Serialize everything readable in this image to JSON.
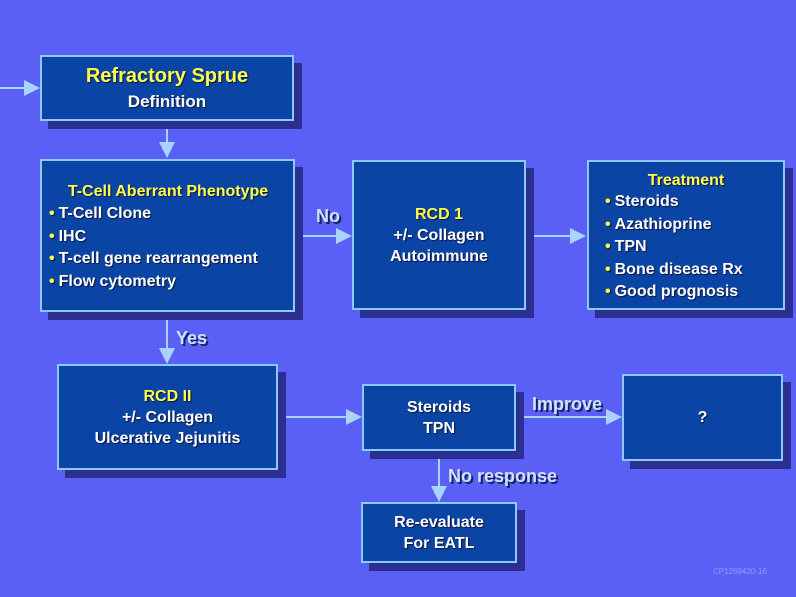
{
  "boxes": {
    "definition": {
      "title": "Refractory Sprue",
      "subtitle": "Definition"
    },
    "tcell": {
      "title": "T-Cell Aberrant Phenotype",
      "items": [
        "T-Cell Clone",
        "IHC",
        "T-cell gene rearrangement",
        "Flow cytometry"
      ]
    },
    "rcd1": {
      "title": "RCD 1",
      "lines": [
        "+/- Collagen",
        "Autoimmune"
      ]
    },
    "treatment": {
      "title": "Treatment",
      "items": [
        "Steroids",
        "Azathioprine",
        "TPN",
        "Bone disease Rx",
        "Good prognosis"
      ]
    },
    "rcd2": {
      "title": "RCD II",
      "lines": [
        "+/- Collagen",
        "Ulcerative Jejunitis"
      ]
    },
    "steroids": {
      "lines": [
        "Steroids",
        "TPN"
      ]
    },
    "unknown": {
      "text": "?"
    },
    "reevaluate": {
      "lines": [
        "Re-evaluate",
        "For EATL"
      ]
    }
  },
  "edge_labels": {
    "no": "No",
    "yes": "Yes",
    "improve": "Improve",
    "no_response": "No response"
  },
  "footer": {
    "code": "CP1269420-16"
  },
  "bullet": "•"
}
